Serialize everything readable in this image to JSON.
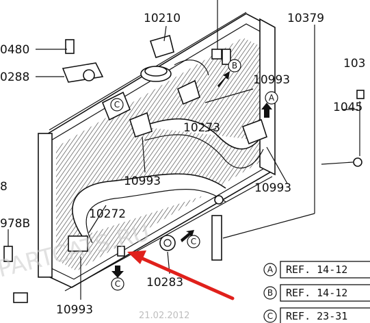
{
  "labels": {
    "p10210": "10210",
    "p10379": "10379",
    "p103": "103",
    "p10480": "0480",
    "p10288": "0288",
    "p10993a": "10993",
    "p1045": "1045",
    "p10273": "10273",
    "p10993b": "10993",
    "p10993c": "10993",
    "p8": "8",
    "p10272": "10272",
    "p978b": "978B",
    "p10283": "10283",
    "p10993d": "10993"
  },
  "markers": {
    "a": "A",
    "b": "B",
    "c": "C"
  },
  "refs": [
    {
      "mark": "A",
      "text": "REF. 14-12"
    },
    {
      "mark": "B",
      "text": "REF. 14-12"
    },
    {
      "mark": "C",
      "text": "REF. 23-31"
    }
  ],
  "watermark": "PARTCATS.RU",
  "date": "21.02.2012",
  "colors": {
    "arrow": "#e0201b",
    "line": "#111111"
  }
}
